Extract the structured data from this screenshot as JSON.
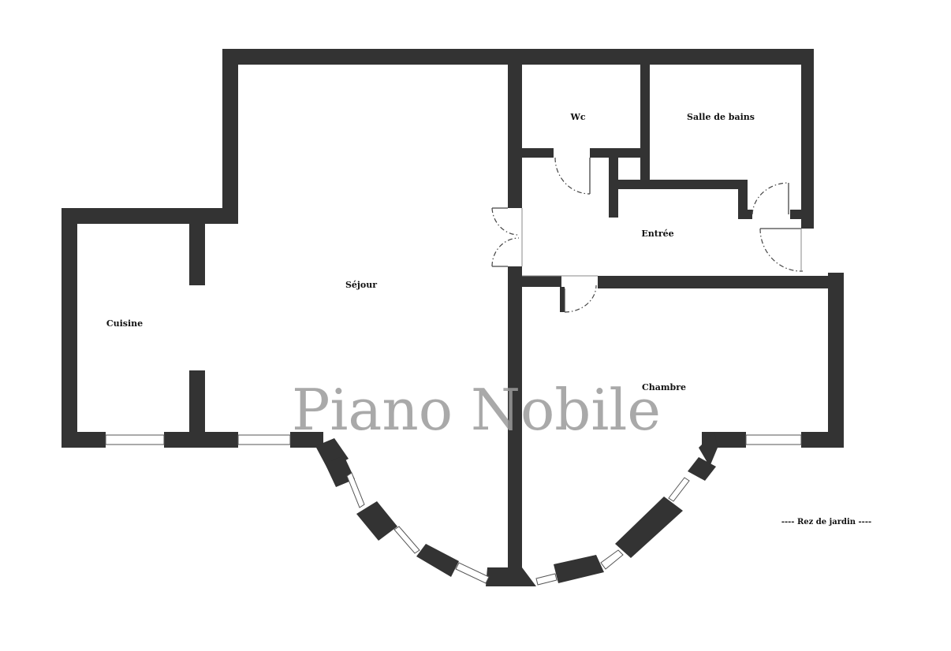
{
  "rooms": {
    "wc": "Wc",
    "salle_de_bains": "Salle de bains",
    "entree": "Entrée",
    "sejour": "Séjour",
    "cuisine": "Cuisine",
    "chambre": "Chambre"
  },
  "watermark": "Piano Nobile",
  "level_label": "---- Rez de jardin ----",
  "colors": {
    "wall": "#333333",
    "watermark": "#9a9a9a",
    "background": "#ffffff"
  }
}
